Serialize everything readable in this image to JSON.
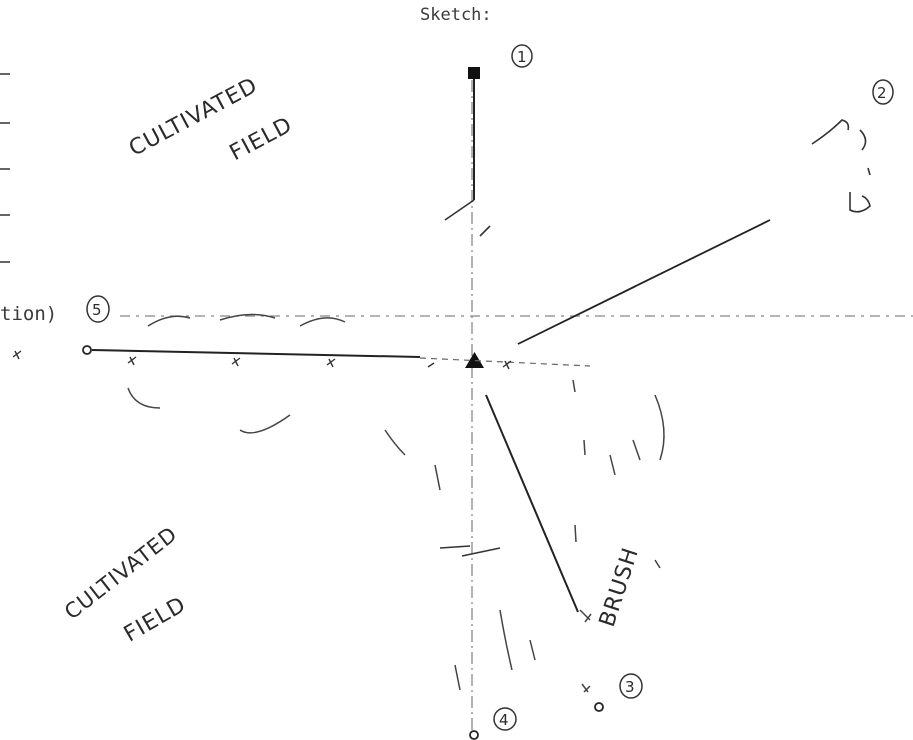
{
  "header": {
    "title": "Sketch:"
  },
  "left_margin": {
    "fragment": "tion)"
  },
  "labels": {
    "field_top_line1": "CULTIVATED",
    "field_top_line2": "FIELD",
    "field_bottom_line1": "CULTIVATED",
    "field_bottom_line2": "FIELD",
    "brush": "BRUSH"
  },
  "markers": {
    "m1": "1",
    "m2": "2",
    "m3": "3",
    "m4": "4",
    "m5": "5"
  },
  "colors": {
    "ink": "#2a2a2a",
    "pencil": "#555555"
  }
}
